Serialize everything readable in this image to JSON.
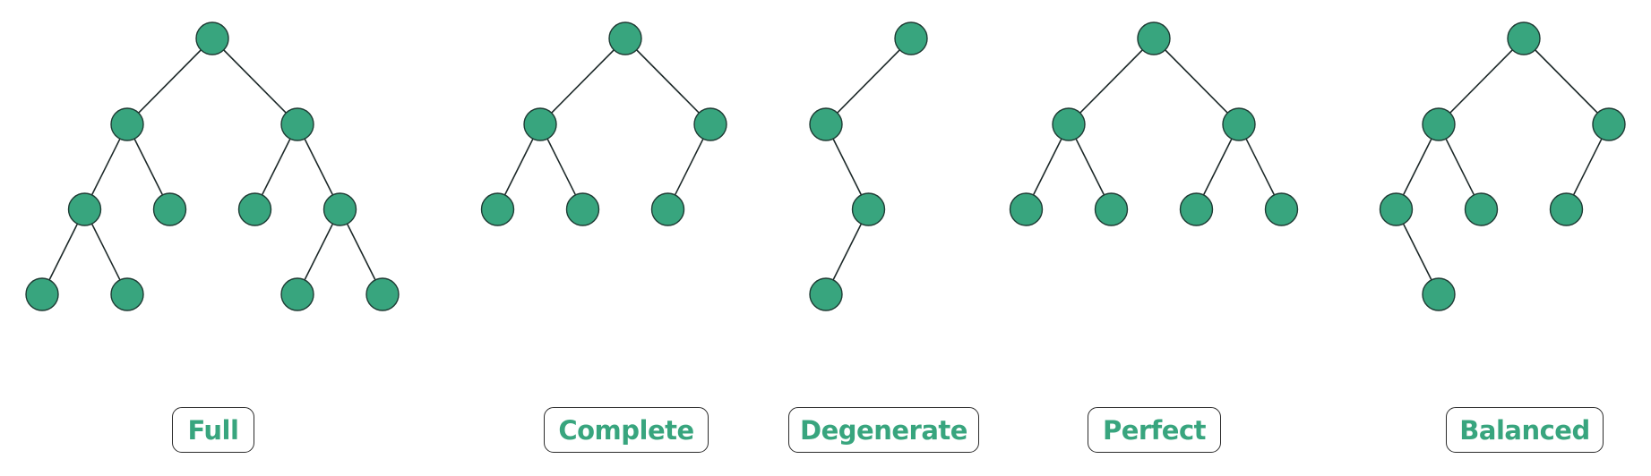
{
  "colors": {
    "node_fill": "#38a57e",
    "label_text": "#38a57e",
    "edge": "#1e2a2a"
  },
  "trees": [
    {
      "label": "Full",
      "nodes": [
        "r",
        "L",
        "R",
        "LL",
        "LR",
        "RL",
        "RR",
        "LLL",
        "LLR",
        "RRL",
        "RRR"
      ]
    },
    {
      "label": "Complete",
      "nodes": [
        "r",
        "L",
        "R",
        "LL",
        "LR",
        "RL"
      ]
    },
    {
      "label": "Degenerate",
      "nodes": [
        "r",
        "L",
        "LR",
        "LRL"
      ]
    },
    {
      "label": "Perfect",
      "nodes": [
        "r",
        "L",
        "R",
        "LL",
        "LR",
        "RL",
        "RR"
      ]
    },
    {
      "label": "Balanced",
      "nodes": [
        "r",
        "L",
        "R",
        "LL",
        "LR",
        "RL",
        "LLR"
      ]
    }
  ]
}
